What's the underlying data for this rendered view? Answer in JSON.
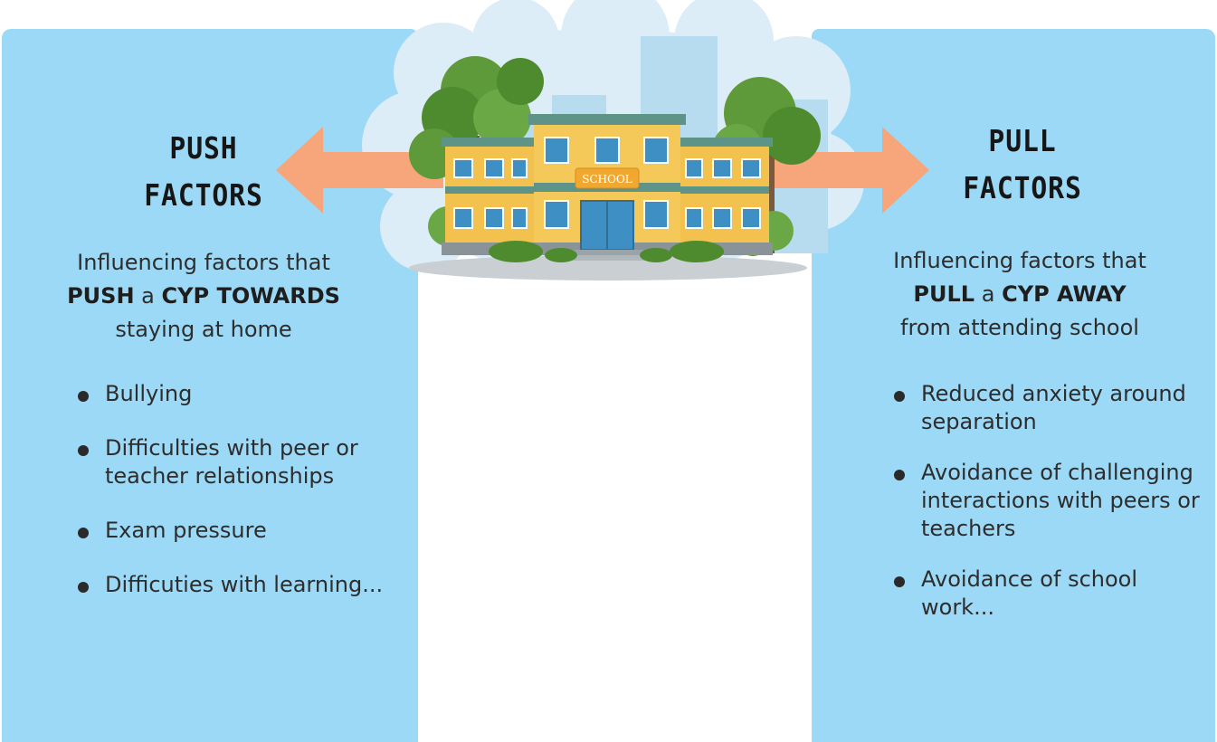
{
  "push": {
    "title_line1": "PUSH",
    "title_line2": "FACTORS",
    "desc_line1": "Influencing factors that",
    "desc_strong1": "PUSH",
    "desc_mid": "a",
    "desc_strong2": "CYP TOWARDS",
    "desc_line3": "staying at home",
    "items": [
      "Bullying",
      "Difficulties with peer or teacher relationships",
      "Exam pressure",
      "Difficuties with learning..."
    ]
  },
  "pull": {
    "title_line1": "PULL",
    "title_line2": "FACTORS",
    "desc_line1": "Influencing factors that",
    "desc_strong1": "PULL",
    "desc_mid": "a",
    "desc_strong2": "CYP AWAY",
    "desc_line3": "from attending school",
    "items": [
      "Reduced anxiety around separation",
      "Avoidance of challenging interactions with peers or teachers",
      "Avoidance of school work..."
    ]
  },
  "illustration": {
    "sign_text": "SCHOOL"
  },
  "colors": {
    "panel": "#9cd9f6",
    "arrow": "#f7a57a",
    "building": "#f2c14e",
    "tree": "#5f9a3a",
    "cloud": "#dcedf8"
  }
}
